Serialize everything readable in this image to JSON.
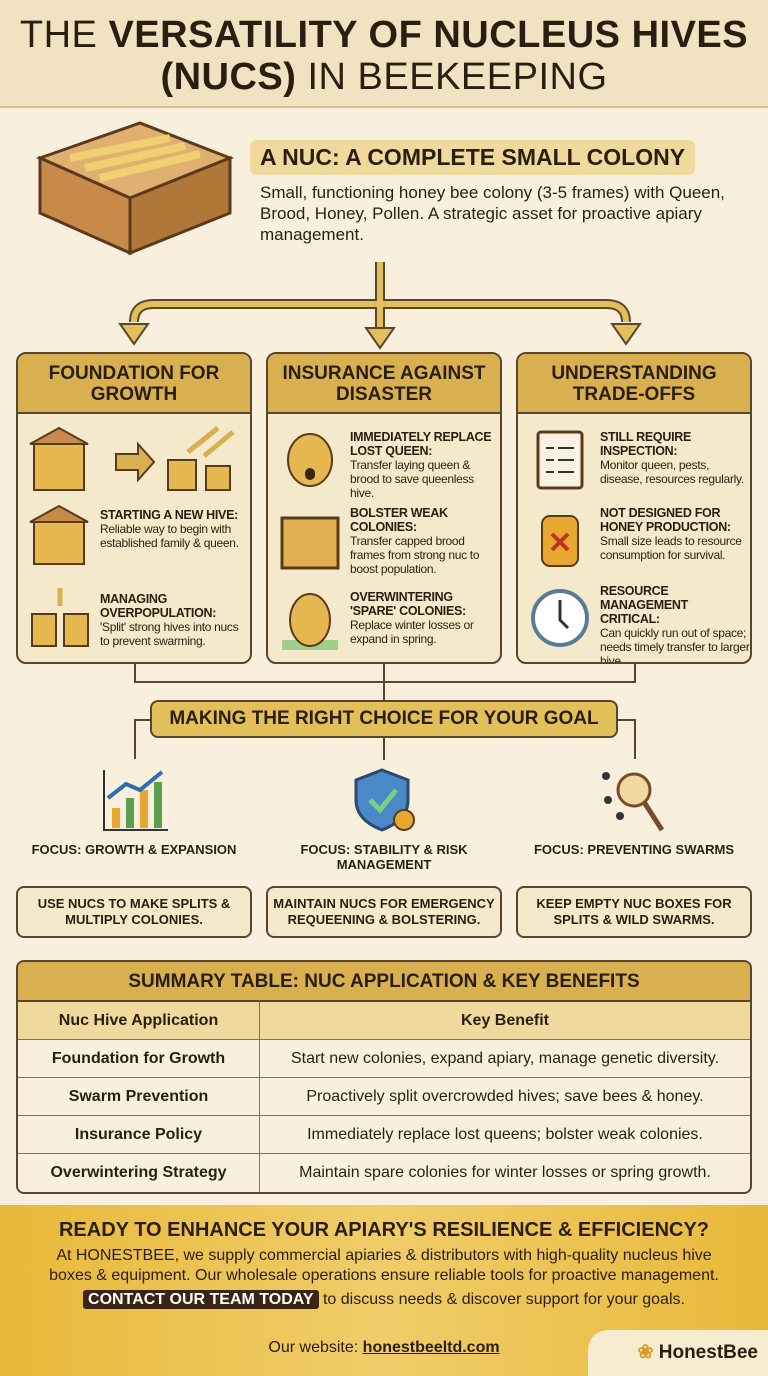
{
  "title": {
    "prefix": "THE ",
    "bold1": "VERSATILITY OF NUCLEUS HIVES",
    "line2_bold": "(NUCS)",
    "line2_rest": " IN BEEKEEPING"
  },
  "intro": {
    "heading": "A NUC: A COMPLETE SMALL COLONY",
    "text": "Small, functioning honey bee colony (3-5 frames) with Queen, Brood, Honey, Pollen. A strategic asset for proactive apiary management."
  },
  "cards": [
    {
      "title": "FOUNDATION FOR GROWTH",
      "items": [
        {
          "icon": "hive-split-icon",
          "head": "",
          "body": ""
        },
        {
          "icon": "beehive-icon",
          "head": "STARTING A NEW HIVE:",
          "body": "Reliable way to begin with established family & queen."
        },
        {
          "icon": "split-hives-icon",
          "head": "MANAGING OVERPOPULATION:",
          "body": "'Split' strong hives into nucs to prevent swarming."
        }
      ]
    },
    {
      "title": "INSURANCE AGAINST DISASTER",
      "items": [
        {
          "icon": "skep-icon",
          "head": "IMMEDIATELY REPLACE LOST QUEEN:",
          "body": "Transfer laying queen & brood to save queenless hive."
        },
        {
          "icon": "brood-frame-icon",
          "head": "BOLSTER WEAK COLONIES:",
          "body": "Transfer capped brood frames from strong nuc to boost population."
        },
        {
          "icon": "winter-skep-icon",
          "head": "OVERWINTERING 'SPARE' COLONIES:",
          "body": "Replace winter losses or expand in spring."
        }
      ]
    },
    {
      "title": "UNDERSTANDING TRADE-OFFS",
      "items": [
        {
          "icon": "clipboard-icon",
          "head": "STILL REQUIRE INSPECTION:",
          "body": "Monitor queen, pests, disease, resources regularly."
        },
        {
          "icon": "honey-jar-x-icon",
          "head": "NOT DESIGNED FOR HONEY PRODUCTION:",
          "body": "Small size leads to resource consumption for survival."
        },
        {
          "icon": "clock-icon",
          "head": "RESOURCE MANAGEMENT CRITICAL:",
          "body": "Can quickly run out of space; needs timely transfer to larger hive."
        }
      ]
    }
  ],
  "choice": {
    "banner": "MAKING THE RIGHT CHOICE FOR YOUR GOAL",
    "goals": [
      {
        "icon": "growth-chart-icon",
        "focus": "FOCUS: GROWTH & EXPANSION",
        "action": "USE NUCS TO MAKE SPLITS & MULTIPLY COLONIES."
      },
      {
        "icon": "shield-gear-icon",
        "focus": "FOCUS: STABILITY & RISK MANAGEMENT",
        "action": "MAINTAIN NUCS FOR EMERGENCY REQUEENING & BOLSTERING."
      },
      {
        "icon": "bee-net-icon",
        "focus": "FOCUS: PREVENTING SWARMS",
        "action": "KEEP EMPTY NUC BOXES FOR SPLITS & WILD SWARMS."
      }
    ]
  },
  "table": {
    "title": "SUMMARY TABLE: NUC APPLICATION & KEY BENEFITS",
    "headers": [
      "Nuc Hive Application",
      "Key Benefit"
    ],
    "rows": [
      [
        "Foundation for Growth",
        "Start new colonies, expand apiary, manage genetic diversity."
      ],
      [
        "Swarm Prevention",
        "Proactively split overcrowded hives; save bees & honey."
      ],
      [
        "Insurance Policy",
        "Immediately replace lost queens; bolster weak colonies."
      ],
      [
        "Overwintering Strategy",
        "Maintain spare colonies for winter losses or spring growth."
      ]
    ]
  },
  "footer": {
    "heading": "READY TO ENHANCE YOUR APIARY'S RESILIENCE & EFFICIENCY?",
    "text": "At HONESTBEE, we supply commercial apiaries & distributors with high-quality nucleus hive boxes & equipment. Our wholesale operations ensure reliable tools for proactive management.",
    "cta": "CONTACT OUR TEAM TODAY",
    "cta_rest": " to discuss needs & discover support for your goals.",
    "website_label": "Our website: ",
    "website": "honestbeeltd.com",
    "logo": "HonestBee"
  },
  "colors": {
    "background": "#f8f0dc",
    "accent": "#d8b050",
    "border": "#5a4630",
    "footer": "#e8b93a"
  }
}
